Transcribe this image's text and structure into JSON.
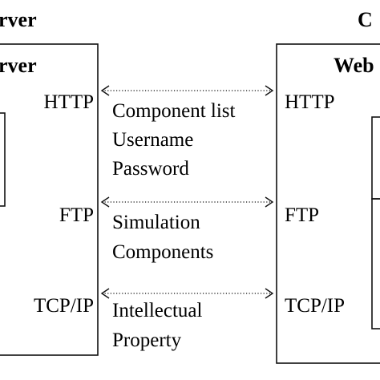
{
  "headers": {
    "server_top": "rver",
    "server_box": "rver",
    "client_top": "C",
    "client_box": "Web"
  },
  "connections": [
    {
      "left_protocol": "HTTP",
      "right_protocol": "HTTP",
      "label_lines": [
        "Component list",
        "Username",
        "Password"
      ]
    },
    {
      "left_protocol": "FTP",
      "right_protocol": "FTP",
      "label_lines": [
        "Simulation",
        "Components"
      ]
    },
    {
      "left_protocol": "TCP/IP",
      "right_protocol": "TCP/IP",
      "label_lines": [
        "Intellectual",
        "Property"
      ]
    }
  ],
  "colors": {
    "ink": "#111111",
    "background": "#ffffff"
  }
}
